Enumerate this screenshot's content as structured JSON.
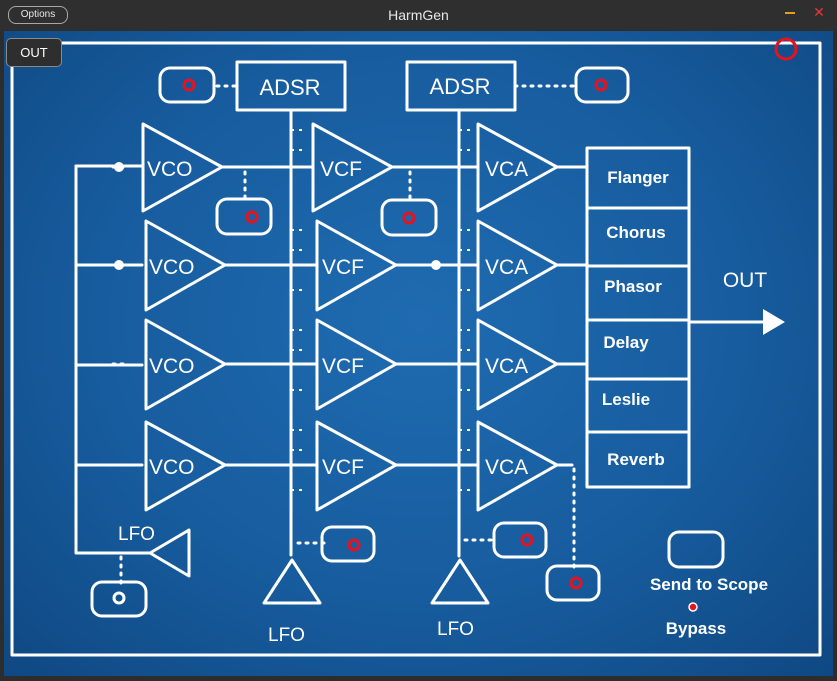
{
  "window": {
    "title": "HarmGen",
    "options_label": "Options",
    "minimize_glyph": "–",
    "close_glyph": "✕"
  },
  "board": {
    "out_button_label": "OUT",
    "adsr_left_label": "ADSR",
    "adsr_right_label": "ADSR",
    "vco_label": "VCO",
    "vcf_label": "VCF",
    "vca_label": "VCA",
    "effects": [
      "Flanger",
      "Chorus",
      "Phasor",
      "Delay",
      "Leslie",
      "Reverb"
    ],
    "output_label": "OUT",
    "lfo_label": "LFO",
    "send_to_scope_label": "Send to Scope",
    "bypass_label": "Bypass"
  },
  "colors": {
    "blueprint": "#1a63a8",
    "line": "#ffffff",
    "indicator": "#e8121e"
  }
}
